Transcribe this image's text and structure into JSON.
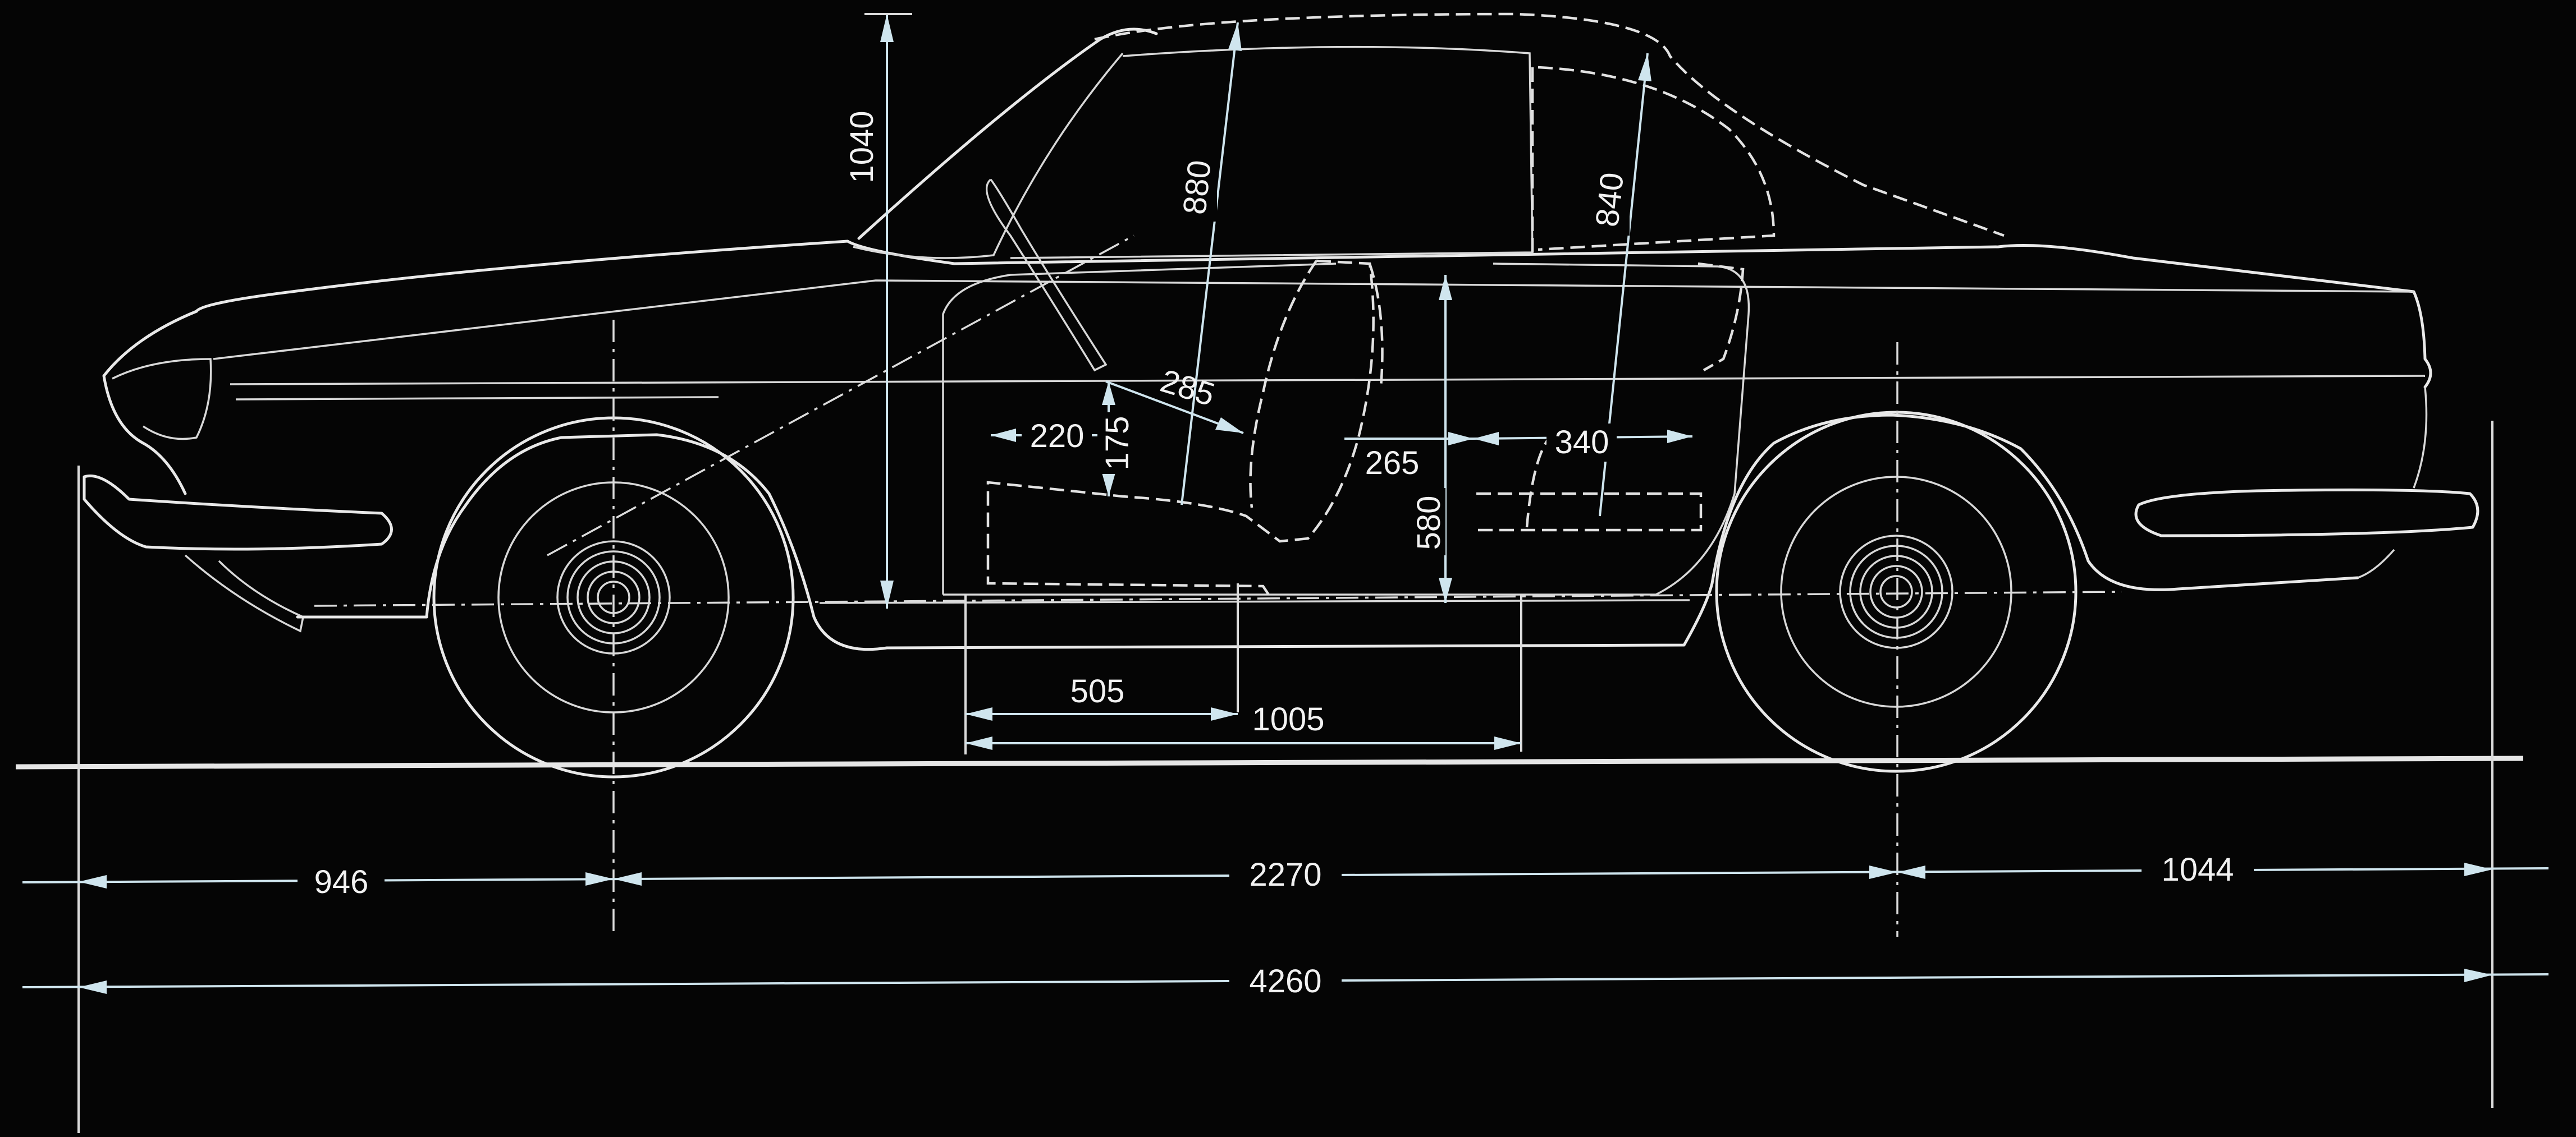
{
  "dimensions": {
    "front_overhang": "946",
    "wheelbase": "2270",
    "rear_overhang": "1044",
    "overall_length": "4260",
    "interior_height": "1040",
    "front_headroom": "880",
    "rear_headroom": "840",
    "seat_back_length": "285",
    "seat_cushion_depth": "220",
    "seat_height_offset": "175",
    "rear_legroom": "265",
    "rear_seat_depth": "340",
    "rear_seat_height": "580",
    "front_seat_travel": "505",
    "cabin_length": "1005"
  },
  "colors": {
    "background": "#050505",
    "line": "#e9e9e9",
    "dimension": "#cfe5ee"
  }
}
